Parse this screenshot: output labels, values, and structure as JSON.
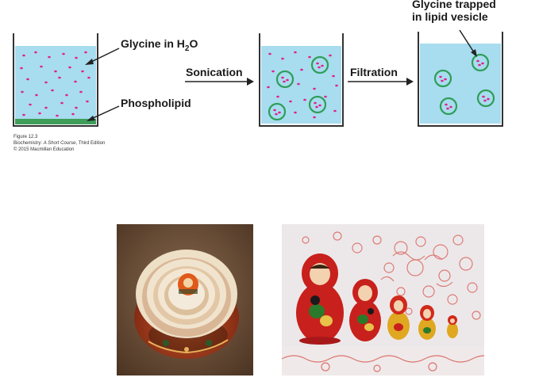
{
  "diagram": {
    "labels": {
      "glycine_in_water_prefix": "Glycine in H",
      "glycine_in_water_sub": "2",
      "glycine_in_water_suffix": "O",
      "phospholipid": "Phospholipid",
      "sonication": "Sonication",
      "filtration": "Filtration",
      "trapped_line1": "Glycine trapped",
      "trapped_line2": "in lipid vesicle"
    },
    "caption": {
      "line1": "Figure 12.3",
      "line2_prefix": "Biochemistry: ",
      "line2_italic": "A Short Course",
      "line2_suffix": ", Third Edition",
      "line3": "© 2015 Macmillan Education"
    },
    "colors": {
      "water": "#a8dcef",
      "glycine_dot": "#e0218a",
      "vesicle_ring": "#2e9e57",
      "phospholipid_layer": "#3e9e5a",
      "beaker_outline": "#333333"
    }
  },
  "photos": {
    "left": {
      "subject": "nested-dolls-top-view"
    },
    "right": {
      "subject": "matryoshka-dolls-row"
    }
  }
}
